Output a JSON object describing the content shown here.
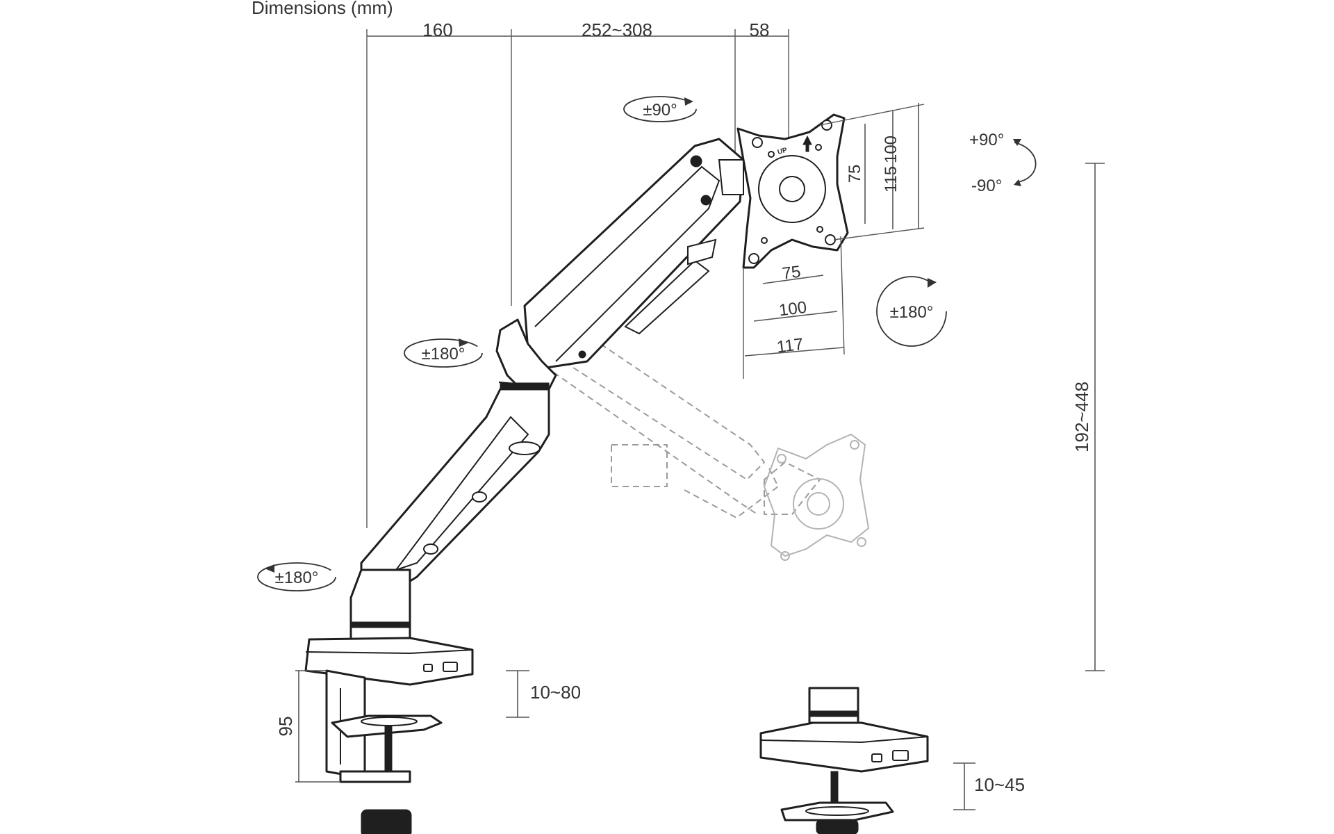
{
  "title": "Dimensions (mm)",
  "dimensions": {
    "reach_base": "160",
    "reach_arm": "252~308",
    "depth_plate": "58",
    "height_range": "192~448",
    "clamp_height": "95",
    "desk_thickness_clamp": "10~80",
    "desk_thickness_grommet": "10~45"
  },
  "vesa": {
    "height_75": "75",
    "height_100": "100",
    "height_115": "115",
    "width_75": "75",
    "width_100": "100",
    "width_117": "117",
    "up_marker": "UP"
  },
  "rotations": {
    "plate_swivel": "±90°",
    "plate_rotation": "±180°",
    "tilt_up": "+90°",
    "tilt_down": "-90°",
    "elbow": "±180°",
    "base": "±180°"
  },
  "colors": {
    "line": "#1f1f1f",
    "dimension": "#555555",
    "ghost": "#9a9a9a"
  }
}
